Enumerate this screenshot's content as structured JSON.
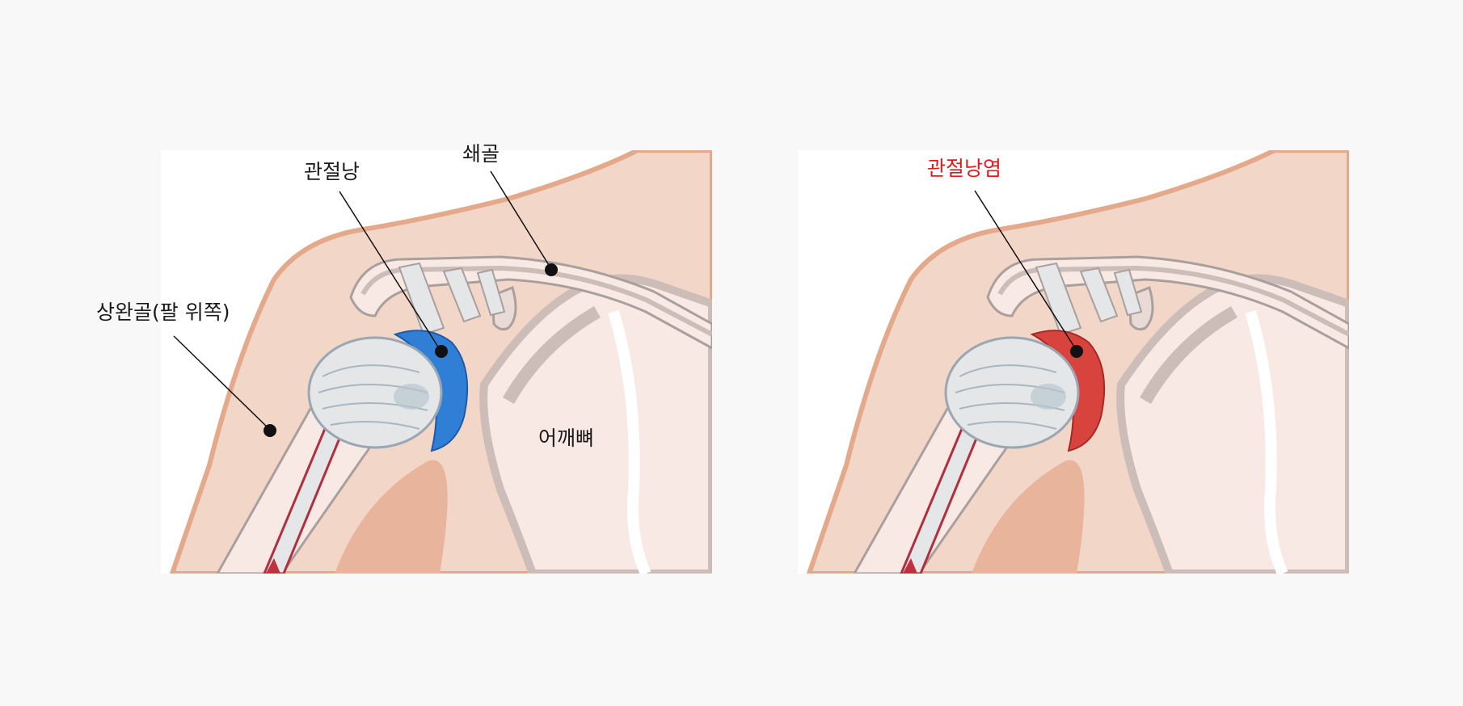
{
  "labels": {
    "joint_capsule": "관절낭",
    "clavicle": "쇄골",
    "humerus": "상완골(팔 위쪽)",
    "scapula": "어깨뼈",
    "capsulitis": "관절낭염"
  },
  "colors": {
    "background": "#f8f8f8",
    "skin": "#f2d6c8",
    "skin_edge": "#e4a98a",
    "muscle": "#e8b49c",
    "bone": "#f8e9e4",
    "bone_outline": "#a9a09e",
    "bone_shadow": "#cdbdb9",
    "tendon": "#e4e6e8",
    "capsule_normal": "#2f7fd6",
    "capsule_inflamed": "#d8433d",
    "inflamed_label": "#e11b1b",
    "leader_line": "#111111"
  }
}
